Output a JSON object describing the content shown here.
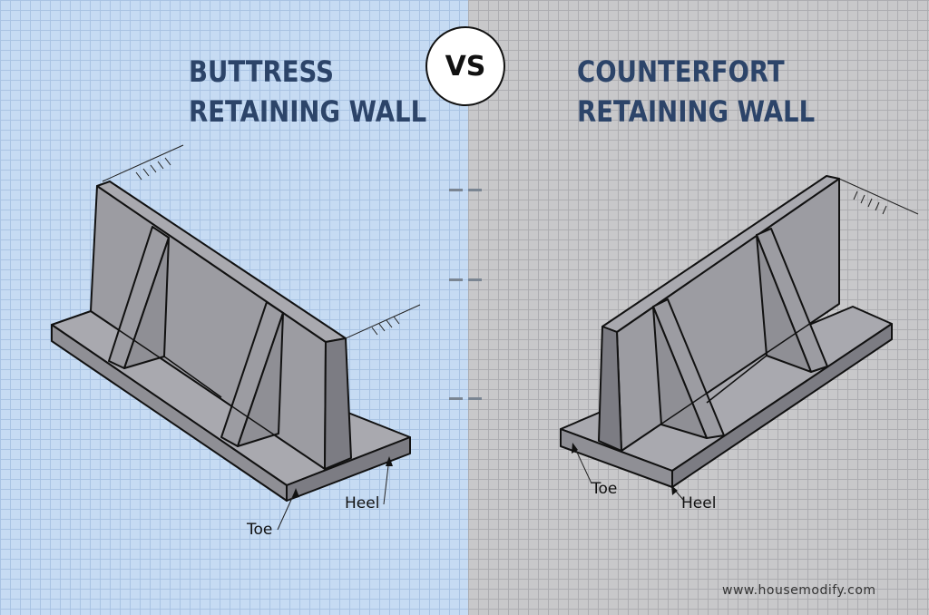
{
  "left": {
    "title_line1": "BUTTRESS",
    "title_line2": "RETAINING WALL",
    "toe_label": "Toe",
    "heel_label": "Heel",
    "background": "#c6dbf3"
  },
  "right": {
    "title_line1": "COUNTERFORT",
    "title_line2": "RETAINING WALL",
    "toe_label": "Toe",
    "heel_label": "Heel",
    "background": "#c8c8ca"
  },
  "vs_label": "VS",
  "watermark": "www.housemodify.com",
  "colors": {
    "title": "#2c4469",
    "concrete_top": "#a8a8ae",
    "concrete_side": "#8e8e94",
    "concrete_dark": "#7b7b82",
    "outline": "#111111"
  }
}
